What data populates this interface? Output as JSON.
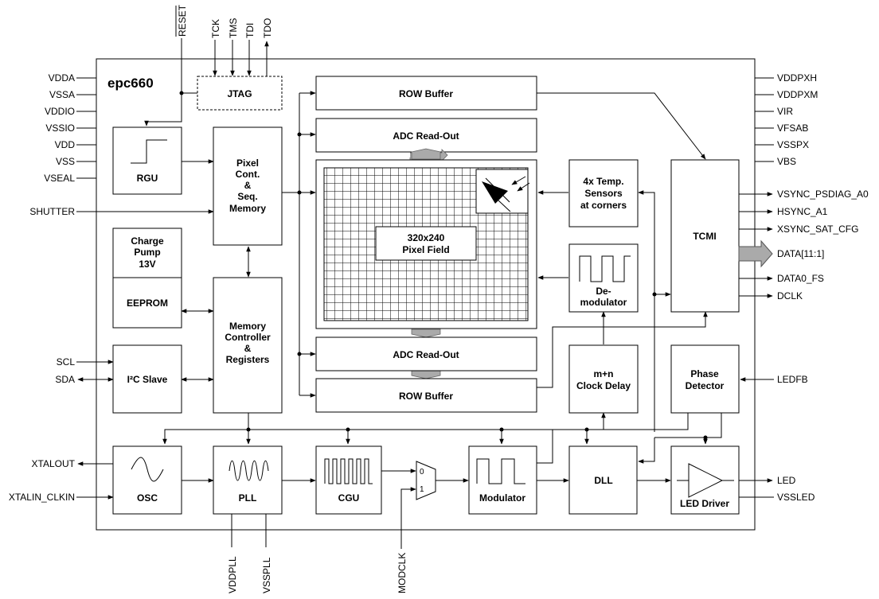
{
  "chip_name": "epc660",
  "blocks": {
    "jtag": "JTAG",
    "rgu": "RGU",
    "pixel_cont": [
      "Pixel",
      "Cont.",
      "&",
      "Seq.",
      "Memory"
    ],
    "charge_pump": [
      "Charge",
      "Pump",
      "13V"
    ],
    "eeprom": "EEPROM",
    "mem_ctrl": [
      "Memory",
      "Controller",
      "&",
      "Registers"
    ],
    "i2c_slave": "I²C Slave",
    "row_buffer_top": "ROW Buffer",
    "adc_top": "ADC Read-Out",
    "pixel_field": [
      "320x240",
      "Pixel Field"
    ],
    "adc_bottom": "ADC Read-Out",
    "row_buffer_bottom": "ROW Buffer",
    "temp_sensors": [
      "4x Temp.",
      "Sensors",
      "at corners"
    ],
    "demodulator": [
      "De-",
      "modulator"
    ],
    "clock_delay": [
      "m+n",
      "Clock Delay"
    ],
    "tcmi": "TCMI",
    "phase_detector": [
      "Phase",
      "Detector"
    ],
    "osc": "OSC",
    "pll": "PLL",
    "cgu": "CGU",
    "modulator": "Modulator",
    "dll": "DLL",
    "led_driver": "LED Driver",
    "mux_inputs": [
      "0",
      "1"
    ]
  },
  "pins": {
    "left_supply": [
      "VDDA",
      "VSSA",
      "VDDIO",
      "VSSIO",
      "VDD",
      "VSS",
      "VSEAL"
    ],
    "shutter": "SHUTTER",
    "scl": "SCL",
    "sda": "SDA",
    "xtalout": "XTALOUT",
    "xtalin": "XTALIN_CLKIN",
    "top": [
      "RESET",
      "TCK",
      "TMS",
      "TDI",
      "TDO"
    ],
    "right_supply": [
      "VDDPXH",
      "VDDPXM",
      "VIR",
      "VFSAB",
      "VSSPX",
      "VBS"
    ],
    "right_signals": [
      "VSYNC_PSDIAG_A0",
      "HSYNC_A1",
      "XSYNC_SAT_CFG",
      "DATA[11:1]",
      "DATA0_FS",
      "DCLK"
    ],
    "ledfb": "LEDFB",
    "led": "LED",
    "vssled": "VSSLED",
    "bottom": [
      "VDDPLL",
      "VSSPLL",
      "MODCLK"
    ]
  }
}
